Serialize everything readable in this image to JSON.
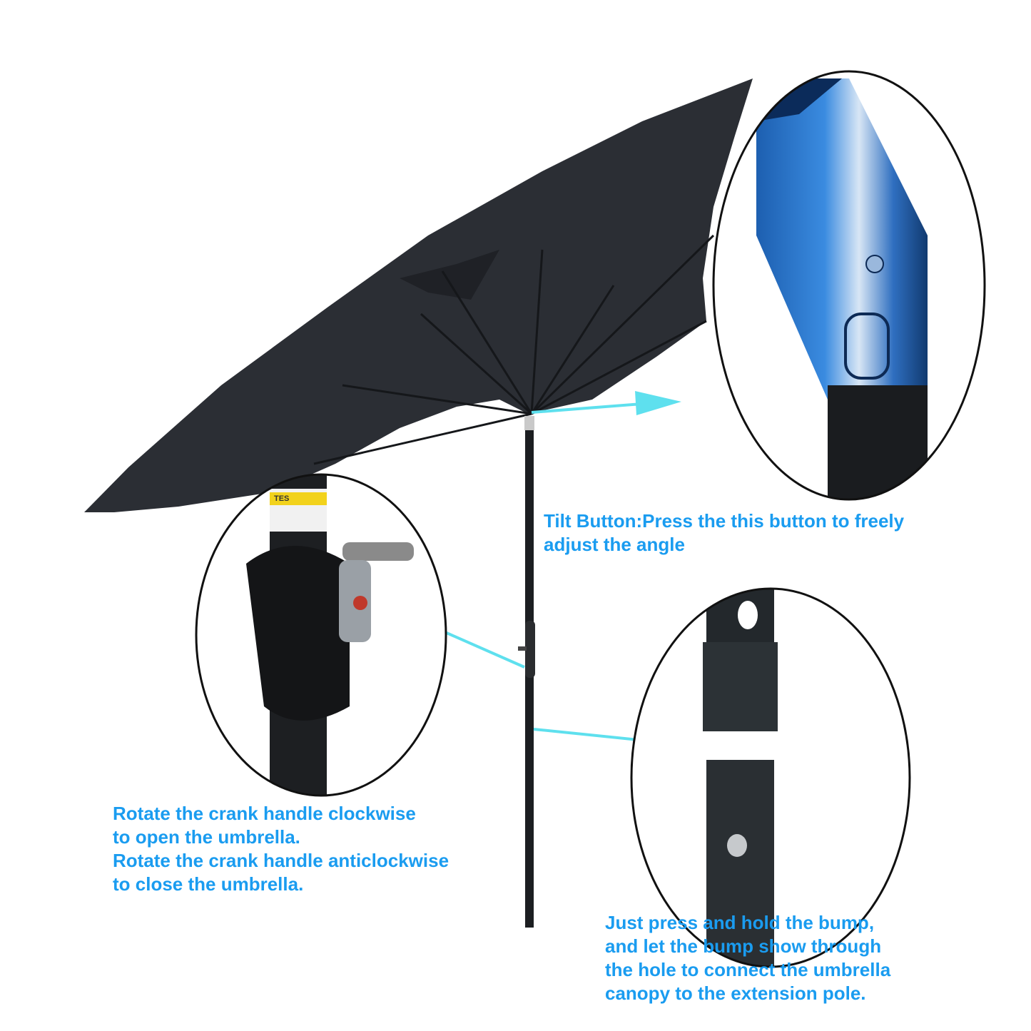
{
  "captions": {
    "tilt_button": "Tilt Button:Press the this button to freely\nadjust the angle",
    "crank_handle": "Rotate the crank handle clockwise\nto open the umbrella.\nRotate the crank handle anticlockwise\nto close the umbrella.",
    "extension_pole": "Just press and hold the bump,\nand let the bump show through\nthe hole to connect the umbrella\ncanopy to the extension pole."
  },
  "sticker": {
    "title": "TES"
  },
  "colors": {
    "caption": "#1a9cf0",
    "arrow": "#5ee0ee",
    "canopy": "#2a2d33",
    "pole": "#1c1e21",
    "tilt_blue": "#1e6fc8"
  }
}
